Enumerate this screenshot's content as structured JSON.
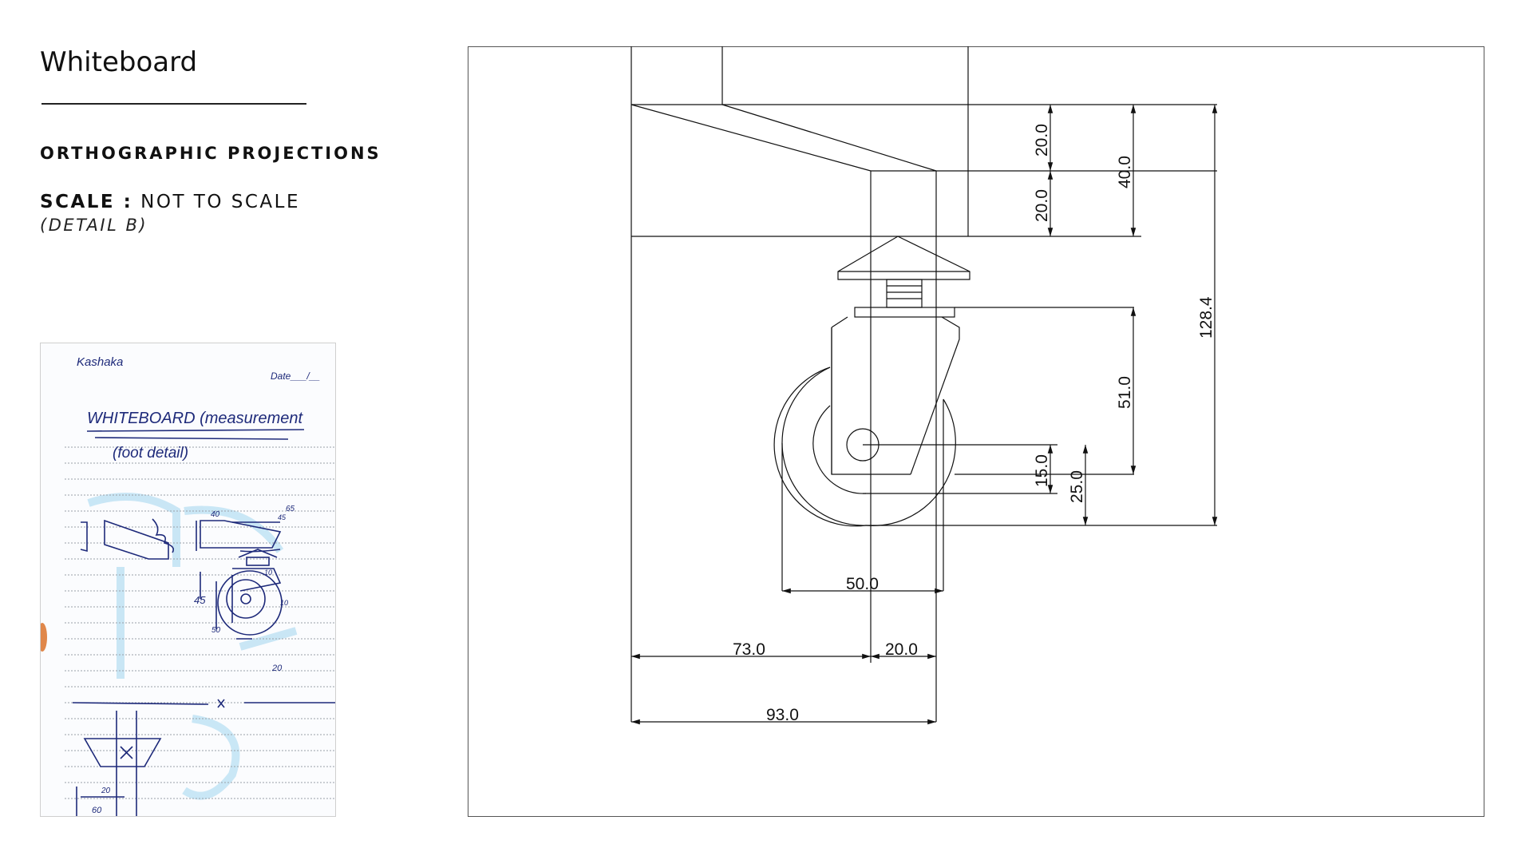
{
  "header": {
    "title": "Whiteboard",
    "heading": "ORTHOGRAPHIC PROJECTIONS",
    "scale_label": "SCALE :",
    "scale_value": "NOT TO SCALE",
    "detail": "(DETAIL B)"
  },
  "sketch": {
    "signature": "Kashaka",
    "date_label": "Date___/__",
    "title": "WHITEBOARD (measurement",
    "subtitle": "(foot detail)",
    "dims": [
      "40",
      "65",
      "45",
      "10",
      "45",
      "50",
      "10",
      "20",
      "20",
      "60"
    ]
  },
  "drawing": {
    "dimensions": {
      "d20a": "20.0",
      "d20b": "20.0",
      "d40": "40.0",
      "d128": "128.4",
      "d51": "51.0",
      "d15": "15.0",
      "d25": "25.0",
      "d50": "50.0",
      "d73": "73.0",
      "d20c": "20.0",
      "d93": "93.0"
    }
  },
  "colors": {
    "line": "#111111",
    "sketch_ink": "#1e2a7a",
    "sketch_bg_blue": "#a9d8f0",
    "frame": "#555555"
  }
}
